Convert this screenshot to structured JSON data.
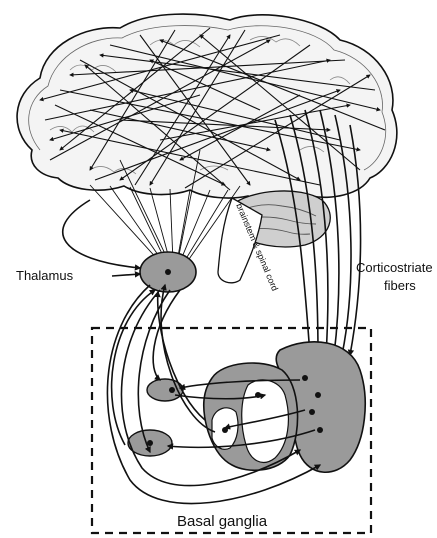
{
  "labels": {
    "thalamus": "Thalamus",
    "corticostriate_line1": "Corticostriate",
    "corticostriate_line2": "fibers",
    "brainstem": "brainstem & spinal cord",
    "basal_ganglia": "Basal ganglia"
  },
  "colors": {
    "nucleus_fill": "#9a9a9a",
    "outline": "#111111",
    "cerebellum": "#cfcfcf"
  }
}
